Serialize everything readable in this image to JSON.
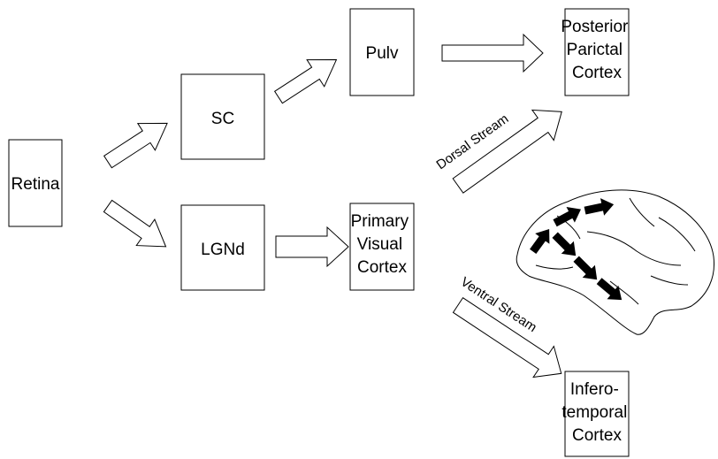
{
  "nodes": {
    "retina": {
      "lines": [
        "Retina"
      ]
    },
    "sc": {
      "lines": [
        "SC"
      ]
    },
    "lgnd": {
      "lines": [
        "LGNd"
      ]
    },
    "pulv": {
      "lines": [
        "Pulv"
      ]
    },
    "v1": {
      "lines": [
        "Primary",
        "Visual",
        "Cortex"
      ]
    },
    "ppc": {
      "lines": [
        "Posterior",
        "Parictal",
        "Cortex"
      ]
    },
    "it": {
      "lines": [
        "Infero-",
        "temporal",
        "Cortex"
      ]
    }
  },
  "streams": {
    "dorsal": "Dorsal Stream",
    "ventral": "Ventral Stream"
  },
  "colors": {
    "stroke": "#000000",
    "fill": "#ffffff"
  }
}
